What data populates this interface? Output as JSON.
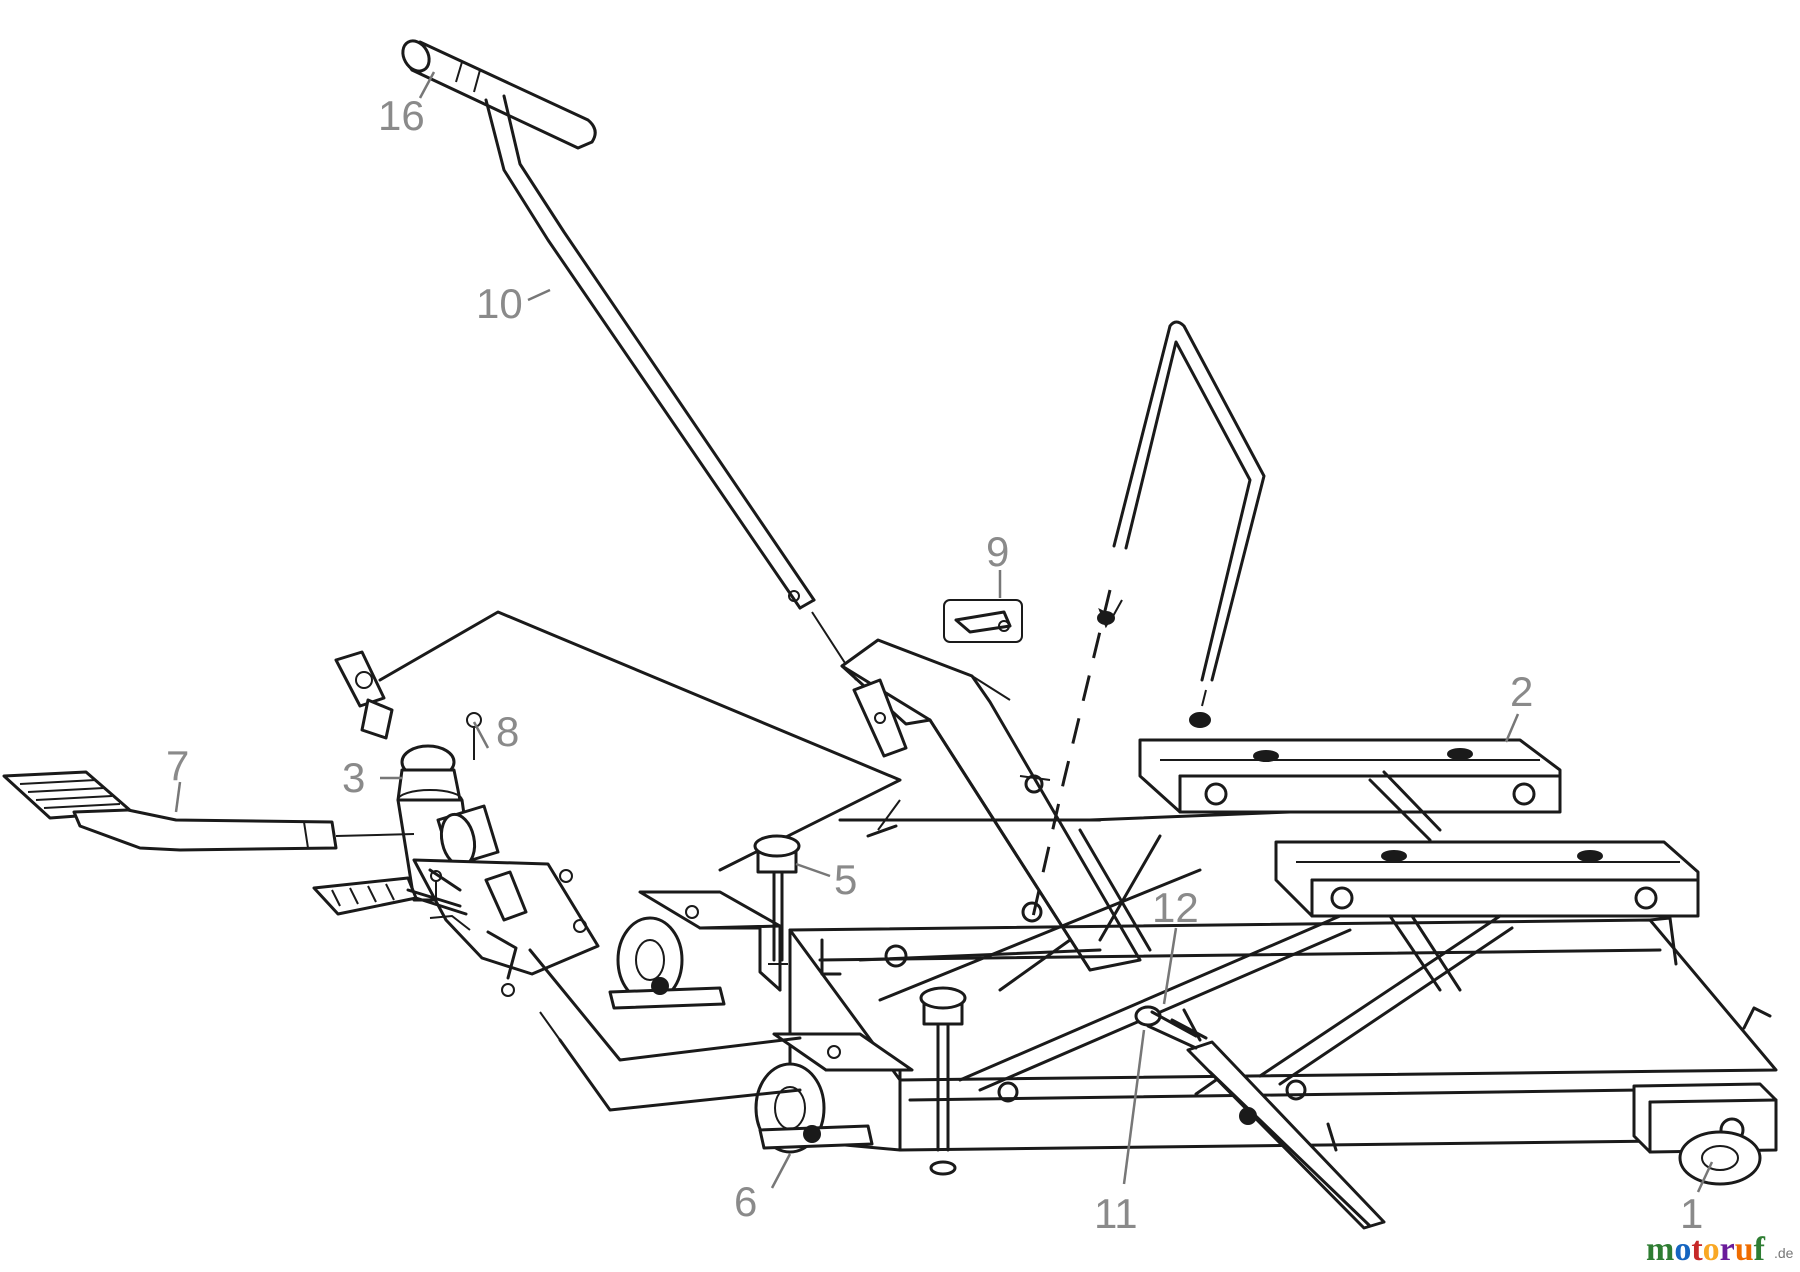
{
  "callouts": {
    "c1": "1",
    "c2": "2",
    "c3": "3",
    "c5": "5",
    "c6": "6",
    "c7": "7",
    "c8": "8",
    "c9": "9",
    "c10": "10",
    "c11": "11",
    "c12": "12",
    "c16": "16"
  },
  "watermark": {
    "letters": [
      "m",
      "o",
      "t",
      "o",
      "r",
      "u",
      "f"
    ],
    "letter_colors": [
      "#2e7d32",
      "#1565c0",
      "#c62828",
      "#f9a825",
      "#6a1b9a",
      "#ef6c00",
      "#2e7d32"
    ],
    "tld": ".de"
  }
}
